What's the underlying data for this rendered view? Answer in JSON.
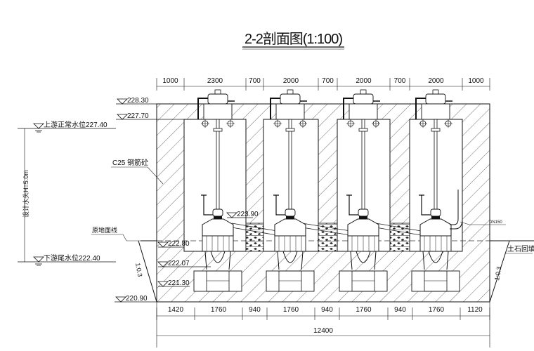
{
  "title": "2-2剖面图(1:100)",
  "top_dimensions": [
    "1000",
    "2300",
    "700",
    "2000",
    "700",
    "2000",
    "700",
    "2000",
    "1000"
  ],
  "bottom_dimensions": [
    "1420",
    "1760",
    "940",
    "1760",
    "940",
    "1760",
    "940",
    "1760",
    "1120"
  ],
  "total_dimension": "12400",
  "elevations": {
    "top_wall": "228.30",
    "chamber_top": "227.70",
    "upstream_level": "上游正常水位227.40",
    "pipe_level": "223.90",
    "floor": "222.80",
    "base1": "222.07",
    "base2": "221.30",
    "bottom": "220.90",
    "downstream_level": "下游尾水位222.40"
  },
  "labels": {
    "design_head": "设计水头H=5.0m",
    "concrete": "C25 钢筋砼",
    "original_ground": "原地面线",
    "backfill": "土石回填",
    "slope_left": "1:0.3",
    "slope_right": "1:0.3",
    "pipe_size": "DN150"
  },
  "pump_count": 4,
  "colors": {
    "line": "#111111",
    "background": "#ffffff"
  }
}
